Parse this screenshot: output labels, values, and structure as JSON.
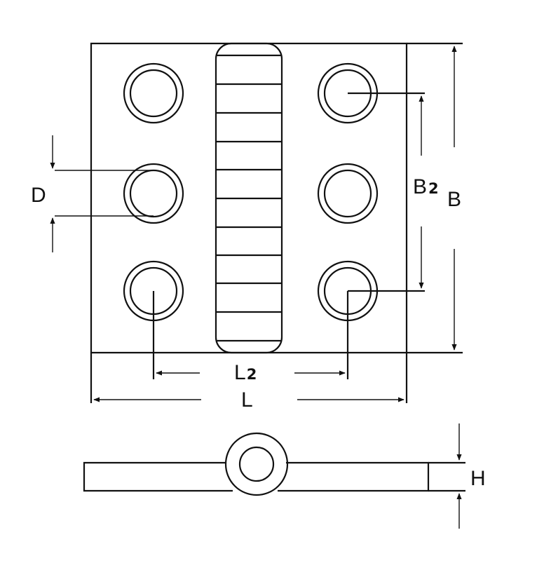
{
  "labels": {
    "D": "D",
    "B": "B",
    "B2_main": "B",
    "B2_sub": "2",
    "L": "L",
    "L2_main": "L",
    "L2_sub": "2",
    "H": "H"
  },
  "colors": {
    "line": "#111111",
    "background": "#ffffff"
  }
}
